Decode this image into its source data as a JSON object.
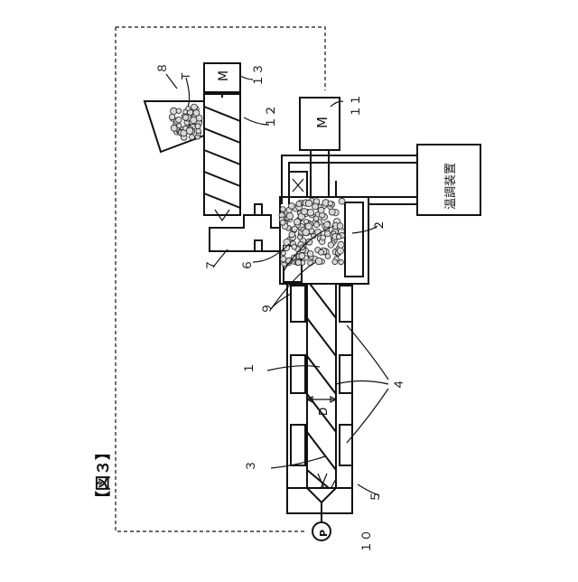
{
  "figure_label": "【図３】",
  "motor_label": "M",
  "pump_label": "P",
  "temp_controller_label": "温調装置",
  "diameter_label": "D",
  "hopper_letter": "T",
  "refs": {
    "r1": "１",
    "r2": "２",
    "r3": "３",
    "r4": "４",
    "r5": "５",
    "r6": "６",
    "r7": "７",
    "r8": "８",
    "r9": "９",
    "r10": "１０",
    "r11": "１１",
    "r12": "１２",
    "r13": "１３"
  }
}
